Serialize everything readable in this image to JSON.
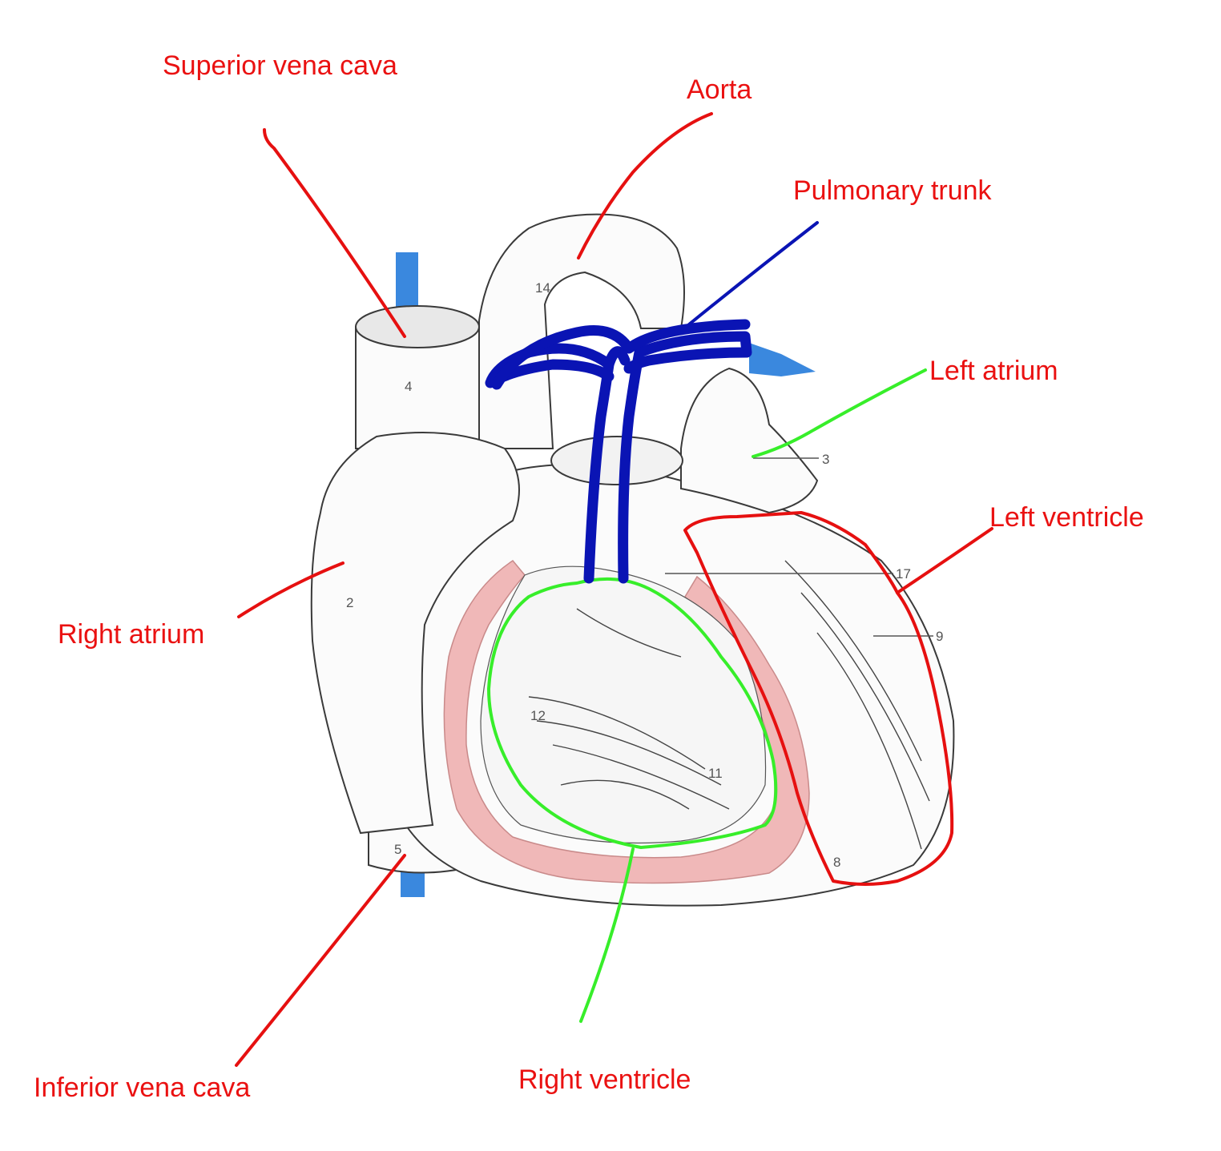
{
  "colors": {
    "label_text": "#ea1111",
    "red_line": "#e61010",
    "green_line": "#37ee2a",
    "pulmonary_trunk": "#0a14b4",
    "blood_flow_arrow": "#2f82dc",
    "myocardium": "#f0b8b8",
    "heart_outline": "#3a3a3a"
  },
  "labels": {
    "superior_vena_cava": "Superior vena cava",
    "aorta": "Aorta",
    "pulmonary_trunk": "Pulmonary trunk",
    "left_atrium": "Left atrium",
    "left_ventricle": "Left ventricle",
    "right_atrium": "Right atrium",
    "inferior_vena_cava": "Inferior vena cava",
    "right_ventricle": "Right ventricle"
  },
  "figure_numbers": {
    "n14": "14",
    "n4": "4",
    "n2": "2",
    "n5": "5",
    "n3": "3",
    "n17": "17",
    "n9": "9",
    "n12": "12",
    "n11": "11",
    "n8": "8"
  }
}
